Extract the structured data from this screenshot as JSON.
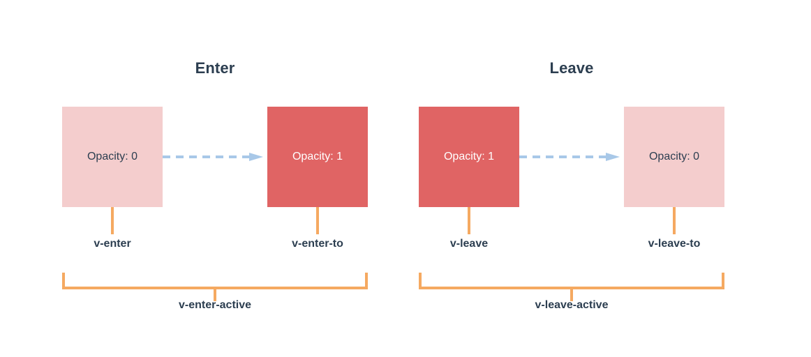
{
  "diagram": {
    "title_color": "#2c3e50",
    "palette": {
      "background": "#ffffff",
      "box_light": "#f4cdcd",
      "box_solid": "#e06464",
      "bracket_orange": "#f5a961",
      "arrow_blue": "#a8c8e8",
      "text_dark": "#2c3e50",
      "text_light": "#ffffff"
    },
    "groups": [
      {
        "id": "enter",
        "title": "Enter",
        "arrow_icon": "dashed-arrow-right-icon",
        "boxes": [
          {
            "label": "Opacity: 0",
            "tone": "light",
            "class_label": "v-enter"
          },
          {
            "label": "Opacity: 1",
            "tone": "solid",
            "class_label": "v-enter-to"
          }
        ],
        "active_label": "v-enter-active"
      },
      {
        "id": "leave",
        "title": "Leave",
        "arrow_icon": "dashed-arrow-right-icon",
        "boxes": [
          {
            "label": "Opacity: 1",
            "tone": "solid",
            "class_label": "v-leave"
          },
          {
            "label": "Opacity: 0",
            "tone": "light",
            "class_label": "v-leave-to"
          }
        ],
        "active_label": "v-leave-active"
      }
    ]
  }
}
